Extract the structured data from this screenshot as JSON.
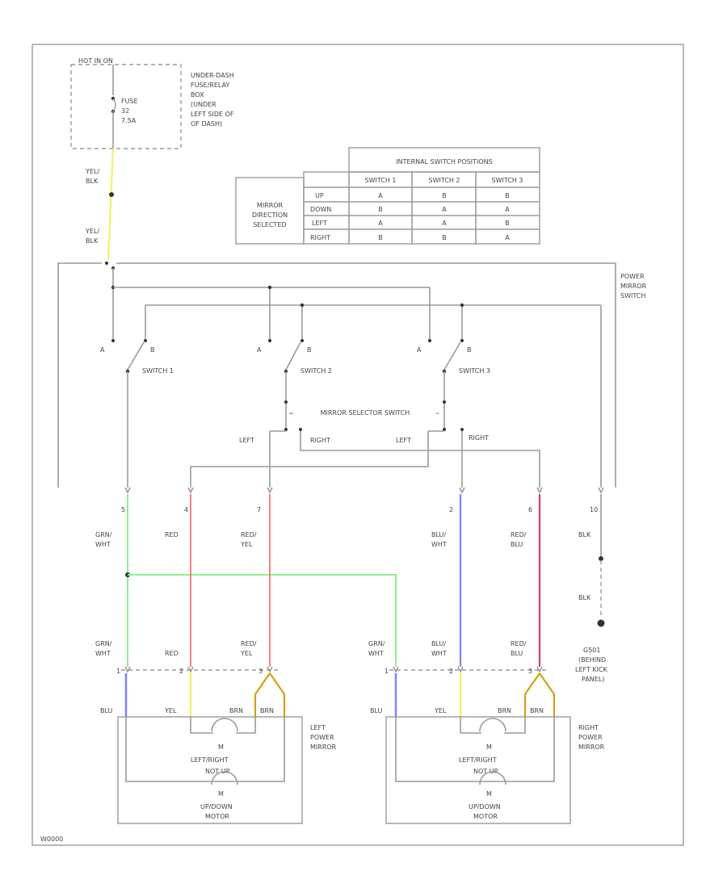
{
  "frame_label": "W0000",
  "fuse_box": {
    "top_label": "HOT IN ON",
    "fuse_label": [
      "FUSE",
      "32",
      "7.5A"
    ],
    "side_label": [
      "UNDER-DASH",
      "FUSE/RELAY",
      "BOX",
      "(UNDER",
      "LEFT SIDE OF",
      "OF DASH)"
    ]
  },
  "wire_yel_blk_1": [
    "YEL/",
    "BLK"
  ],
  "wire_yel_blk_2": [
    "YEL/",
    "BLK"
  ],
  "position_table": {
    "header": "INTERNAL SWITCH POSITIONS",
    "columns": [
      "SWITCH 1",
      "SWITCH 2",
      "SWITCH 3"
    ],
    "row_group_label": [
      "MIRROR",
      "DIRECTION",
      "SELECTED"
    ],
    "rows": [
      {
        "label": "UP",
        "cells": [
          "A",
          "B",
          "B"
        ]
      },
      {
        "label": "DOWN",
        "cells": [
          "B",
          "A",
          "A"
        ]
      },
      {
        "label": "LEFT",
        "cells": [
          "A",
          "A",
          "B"
        ]
      },
      {
        "label": "RIGHT",
        "cells": [
          "B",
          "B",
          "A"
        ]
      }
    ]
  },
  "power_mirror_switch_label": [
    "POWER",
    "MIRROR",
    "SWITCH"
  ],
  "switches": [
    {
      "name": "SWITCH 1",
      "a": "A",
      "b": "B"
    },
    {
      "name": "SWITCH 2",
      "a": "A",
      "b": "B"
    },
    {
      "name": "SWITCH 3",
      "a": "A",
      "b": "B"
    }
  ],
  "selector_label": "MIRROR SELECTOR SWITCH",
  "selector_contacts": [
    "LEFT",
    "RIGHT",
    "LEFT",
    "RIGHT"
  ],
  "connector_pins": [
    "5",
    "4",
    "7",
    "2",
    "6",
    "10"
  ],
  "upper_wire_labels": [
    {
      "lines": [
        "GRN/",
        "WHT"
      ],
      "color": "#90ee90"
    },
    {
      "lines": [
        "RED"
      ],
      "color": "#ff7f7f"
    },
    {
      "lines": [
        "RED/",
        "YEL"
      ],
      "color": "#ff7f7f"
    },
    {
      "lines": [
        "BLU/",
        "WHT"
      ],
      "color": "#8080ff"
    },
    {
      "lines": [
        "RED/",
        "BLU"
      ],
      "color": "#d04070"
    },
    {
      "lines": [
        "BLK"
      ],
      "color": "#9a9a9a"
    }
  ],
  "ground": {
    "wire_lower": "BLK",
    "label": [
      "G501",
      "(BEHIND",
      "LEFT KICK",
      "PANEL)"
    ]
  },
  "left_mirror": {
    "wire_labels": [
      [
        "GRN/",
        "WHT"
      ],
      [
        "RED"
      ],
      [
        "RED/",
        "YEL"
      ]
    ],
    "pins": [
      "1",
      "2",
      "3"
    ],
    "motor_wires": [
      "BLU",
      "YEL",
      "BRN",
      "BRN"
    ],
    "title": [
      "LEFT",
      "POWER",
      "MIRROR"
    ],
    "motor1": [
      "LEFT/RIGHT"
    ],
    "motor2": [
      "UP/DOWN"
    ],
    "shared_label": "NOT UP",
    "motor_symbol": "M",
    "box_label": [
      "UP/DOWN",
      "MOTOR"
    ]
  },
  "right_mirror": {
    "wire_labels": [
      [
        "GRN/",
        "WHT"
      ],
      [
        "BLU/",
        "WHT"
      ],
      [
        "RED/",
        "BLU"
      ]
    ],
    "pins": [
      "1",
      "2",
      "3"
    ],
    "motor_wires": [
      "BLU",
      "YEL",
      "BRN",
      "BRN"
    ],
    "title": [
      "RIGHT",
      "POWER",
      "MIRROR"
    ],
    "motor1": [
      "LEFT/RIGHT"
    ],
    "motor2": [
      "UP/DOWN"
    ],
    "shared_label": "NOT UP",
    "motor_symbol": "M",
    "box_label": [
      "UP/DOWN",
      "MOTOR"
    ]
  },
  "colors": {
    "yellow": "#f2f26a",
    "green": "#90ee90",
    "red": "#ff7f7f",
    "blue": "#8080ff",
    "pink": "#d04070",
    "brown": "#d4a017",
    "wire": "#9a9a9a"
  }
}
